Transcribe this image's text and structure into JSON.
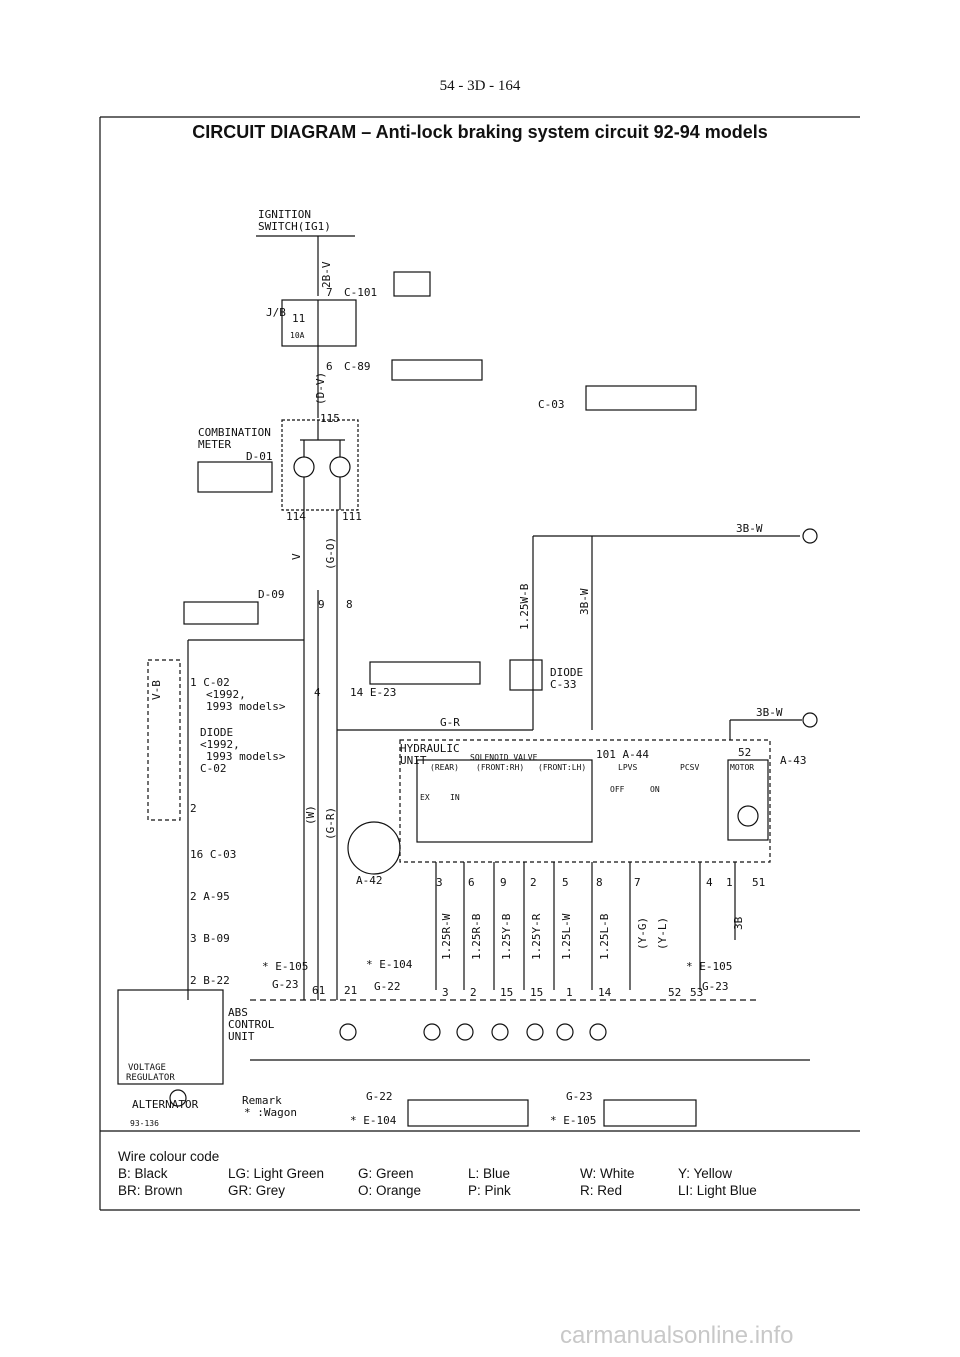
{
  "page_number": "54 - 3D - 164",
  "title": "CIRCUIT DIAGRAM – Anti-lock braking system circuit 92-94 models",
  "figure_code": "93-136",
  "labels": {
    "ignition_switch": "IGNITION",
    "ignition_switch_2": "SWITCH(IG1)",
    "jb": "J/B",
    "fuse_num": "11",
    "fuse_amp": "10A",
    "c101_pin": "7",
    "c101": "C-101",
    "c89_pin": "6",
    "c89": "C-89",
    "c03_top": "C-03",
    "combination_meter": "COMBINATION",
    "combination_meter_2": "METER",
    "d01": "D-01",
    "pin_115": "115",
    "pin_114": "114",
    "pin_111": "111",
    "d09": "D-09",
    "pin_9": "9",
    "pin_8": "8",
    "c02": "1 C-02",
    "c02_note1": "<1992,",
    "c02_note2": "1993 models>",
    "diode_left": "DIODE",
    "diode_left_2": "<1992,",
    "diode_left_3": "1993 models>",
    "diode_left_4": "C-02",
    "pin_2_left": "2",
    "pin_4": "4",
    "e23": "14 E-23",
    "gr": "G-R",
    "diode_right": "DIODE",
    "diode_right_2": "C-33",
    "hydraulic_unit": "HYDRAULIC",
    "hydraulic_unit_2": "UNIT",
    "solenoid_valve": "SOLENOID VALVE",
    "rear": "(REAR)",
    "front_rh": "(FRONT:RH)",
    "front_lh": "(FRONT:LH)",
    "lpvs": "LPVS",
    "pcsv": "PCSV",
    "motor": "MOTOR",
    "ex": "EX",
    "in": "IN",
    "off": "OFF",
    "on": "ON",
    "a44": "101 A-44",
    "a43_pin": "52",
    "a43": "A-43",
    "wire_3bw": "3B-W",
    "wire_3bw_2": "3B-W",
    "wire_125wb": "1.25W-B",
    "wire_3bw_v": "3B-W",
    "a42": "A-42",
    "c03_mid": "16 C-03",
    "a95": "2 A-95",
    "b09": "3 B-09",
    "b22": "2 B-22",
    "e105_top": "* E-105",
    "g23_left": "G-23",
    "e104": "* E-104",
    "g22": "G-22",
    "pin_61": "61",
    "pin_21": "21",
    "abs_control": "ABS",
    "abs_control_2": "CONTROL",
    "abs_control_3": "UNIT",
    "voltage_regulator": "VOLTAGE",
    "voltage_regulator_2": "REGULATOR",
    "alternator": "ALTERNATOR",
    "remark": "Remark",
    "remark_2": "* :Wagon",
    "g22_b": "G-22",
    "e104_b": "* E-104",
    "g23_b": "G-23",
    "e105_b": "* E-105",
    "e105_r": "* E-105",
    "g23_r": "G-23",
    "wire_2b_v": "2B-V",
    "wire_dv": "(D-V)",
    "wire_v": "V",
    "wire_go": "(G-O)",
    "wire_w": "(W)",
    "wire_gr": "(G-R)",
    "wire_vb": "V-B"
  },
  "hydraulic_pins": [
    "3",
    "6",
    "9",
    "2",
    "5",
    "8",
    "7",
    "4",
    "1",
    "51"
  ],
  "hydraulic_wires": [
    "1.25R-W",
    "1.25R-B",
    "1.25Y-B",
    "1.25Y-R",
    "1.25L-W",
    "1.25L-B",
    "(Y-G)",
    "(Y-L)",
    "3B"
  ],
  "abs_pins": [
    "3",
    "2",
    "15",
    "15",
    "1",
    "14",
    "52",
    "53"
  ],
  "wire_colour_code": {
    "heading": "Wire colour code",
    "rows": [
      [
        "B: Black",
        "LG: Light Green",
        "G: Green",
        "L: Blue",
        "W: White",
        "Y: Yellow"
      ],
      [
        "BR: Brown",
        "GR: Grey",
        "O: Orange",
        "P: Pink",
        "R: Red",
        "LI: Light Blue"
      ]
    ]
  },
  "watermark": "carmanualsonline.info"
}
